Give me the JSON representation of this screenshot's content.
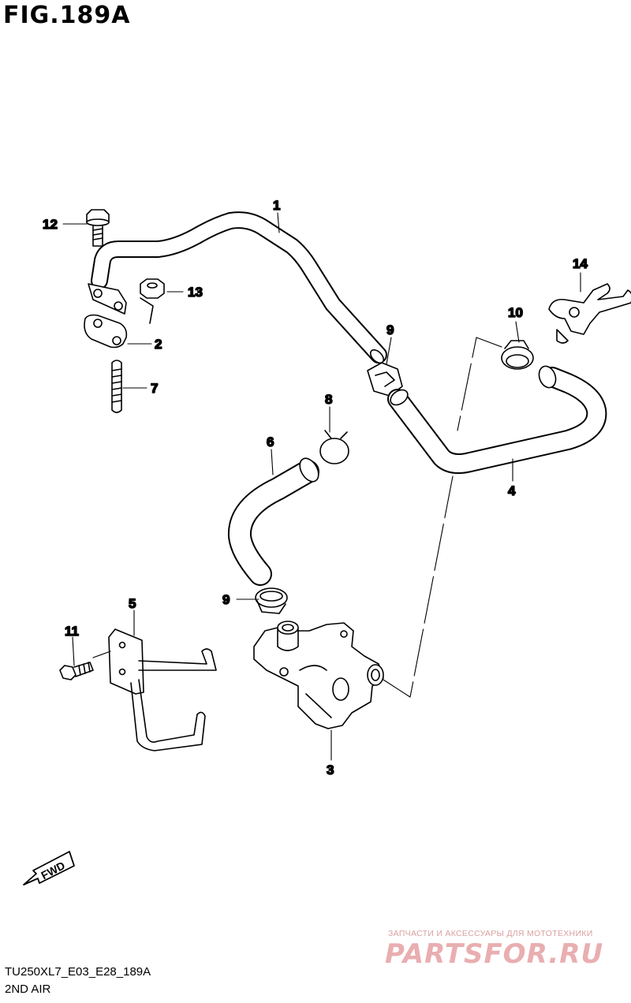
{
  "header": {
    "title": "FIG.189A"
  },
  "callouts": {
    "c1": "1",
    "c2": "2",
    "c3": "3",
    "c4": "4",
    "c5": "5",
    "c6": "6",
    "c7": "7",
    "c8": "8",
    "c9a": "9",
    "c9b": "9",
    "c10": "10",
    "c11": "11",
    "c12": "12",
    "c13": "13",
    "c14": "14"
  },
  "fwd_label": "FWD",
  "footer": {
    "model_code": "TU250XL7_E03_E28_189A",
    "section_name": "2ND AIR"
  },
  "watermark": {
    "subtitle": "ЗАПЧАСТИ И АКСЕССУАРЫ ДЛЯ МОТОТЕХНИКИ",
    "brand": "PARTSFOR.RU"
  }
}
